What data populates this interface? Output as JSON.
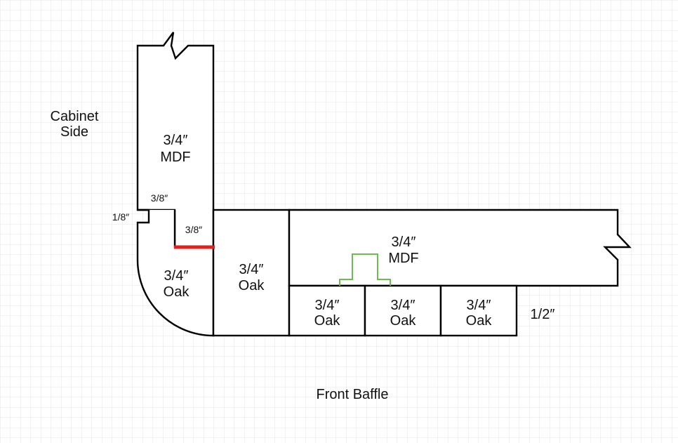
{
  "diagram": {
    "background": "#ffffff",
    "grid_color": "#e4e4e4",
    "outline_color": "#000000",
    "highlight_color": "#e0201c",
    "groove_color": "#6abf4b",
    "labels": {
      "cabinet_side": {
        "line1": "Cabinet",
        "line2": "Side"
      },
      "front_baffle": "Front Baffle",
      "side_panel_material": {
        "line1": "3/4″",
        "line2": "MDF"
      },
      "baffle_panel_material": {
        "line1": "3/4″",
        "line2": "MDF"
      },
      "round_corner_material": {
        "line1": "3/4″",
        "line2": "Oak"
      },
      "corner_block_material": {
        "line1": "3/4″",
        "line2": "Oak"
      },
      "strip_1_material": {
        "line1": "3/4″",
        "line2": "Oak"
      },
      "strip_2_material": {
        "line1": "3/4″",
        "line2": "Oak"
      },
      "strip_3_material": {
        "line1": "3/4″",
        "line2": "Oak"
      },
      "dim_rabbet_width": "3/8″",
      "dim_rabbet_depth": "3/8″",
      "dim_notch": "1/8″",
      "dim_strip_offset": "1/2″"
    }
  }
}
